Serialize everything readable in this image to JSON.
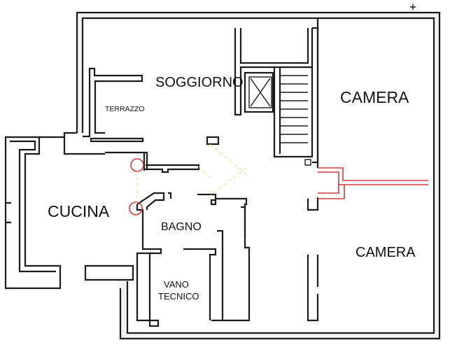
{
  "rooms": {
    "soggiorno": "SOGGIORNO",
    "terrazzo": "TERRAZZO",
    "camera_top": "CAMERA",
    "camera_bottom": "CAMERA",
    "cucina": "CUCINA",
    "bagno": "BAGNO",
    "vano_line1": "VANO",
    "vano_line2": "TECNICO"
  },
  "colors": {
    "wall": "#1a1a1a",
    "duct": "#d23a3a",
    "dashed_guides": "#e6e07a",
    "background": "#ffffff"
  }
}
